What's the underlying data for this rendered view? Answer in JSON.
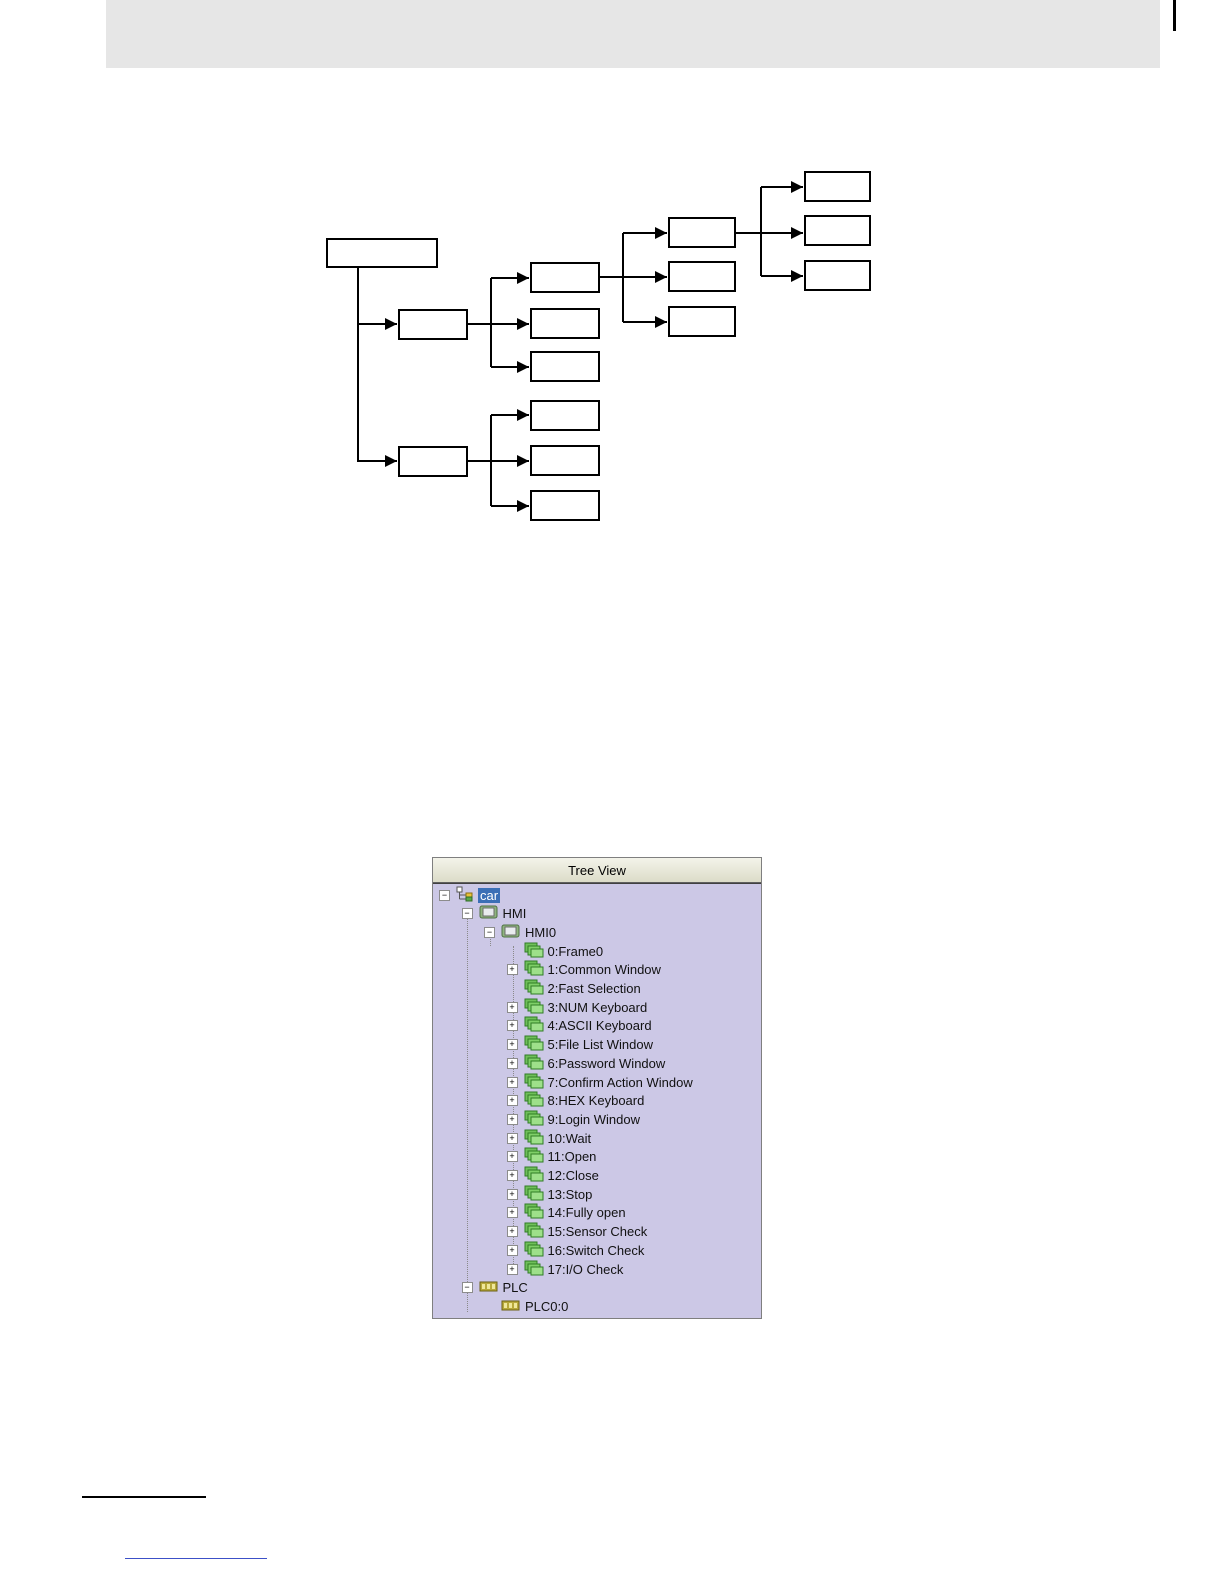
{
  "tree_view": {
    "title": "Tree View",
    "nodes": [
      {
        "label": "car",
        "icon": "project-icon",
        "toggle": "−",
        "selected": true
      },
      {
        "label": "HMI",
        "icon": "monitor-icon",
        "toggle": "−"
      },
      {
        "label": "HMI0",
        "icon": "monitor-icon",
        "toggle": "−"
      },
      {
        "label": "0:Frame0",
        "icon": "window-icon",
        "toggle": ""
      },
      {
        "label": "1:Common Window",
        "icon": "window-icon",
        "toggle": "+"
      },
      {
        "label": "2:Fast Selection",
        "icon": "window-icon",
        "toggle": ""
      },
      {
        "label": "3:NUM Keyboard",
        "icon": "window-icon",
        "toggle": "+"
      },
      {
        "label": "4:ASCII Keyboard",
        "icon": "window-icon",
        "toggle": "+"
      },
      {
        "label": "5:File List Window",
        "icon": "window-icon",
        "toggle": "+"
      },
      {
        "label": "6:Password Window",
        "icon": "window-icon",
        "toggle": "+"
      },
      {
        "label": "7:Confirm Action Window",
        "icon": "window-icon",
        "toggle": "+"
      },
      {
        "label": "8:HEX Keyboard",
        "icon": "window-icon",
        "toggle": "+"
      },
      {
        "label": "9:Login Window",
        "icon": "window-icon",
        "toggle": "+"
      },
      {
        "label": "10:Wait",
        "icon": "window-icon",
        "toggle": "+"
      },
      {
        "label": "11:Open",
        "icon": "window-icon",
        "toggle": "+"
      },
      {
        "label": "12:Close",
        "icon": "window-icon",
        "toggle": "+"
      },
      {
        "label": "13:Stop",
        "icon": "window-icon",
        "toggle": "+"
      },
      {
        "label": "14:Fully open",
        "icon": "window-icon",
        "toggle": "+"
      },
      {
        "label": "15:Sensor Check",
        "icon": "window-icon",
        "toggle": "+"
      },
      {
        "label": "16:Switch Check",
        "icon": "window-icon",
        "toggle": "+"
      },
      {
        "label": "17:I/O Check",
        "icon": "window-icon",
        "toggle": "+"
      },
      {
        "label": "PLC",
        "icon": "plc-icon",
        "toggle": "−"
      },
      {
        "label": "PLC0:0",
        "icon": "plc-icon",
        "toggle": ""
      }
    ]
  }
}
